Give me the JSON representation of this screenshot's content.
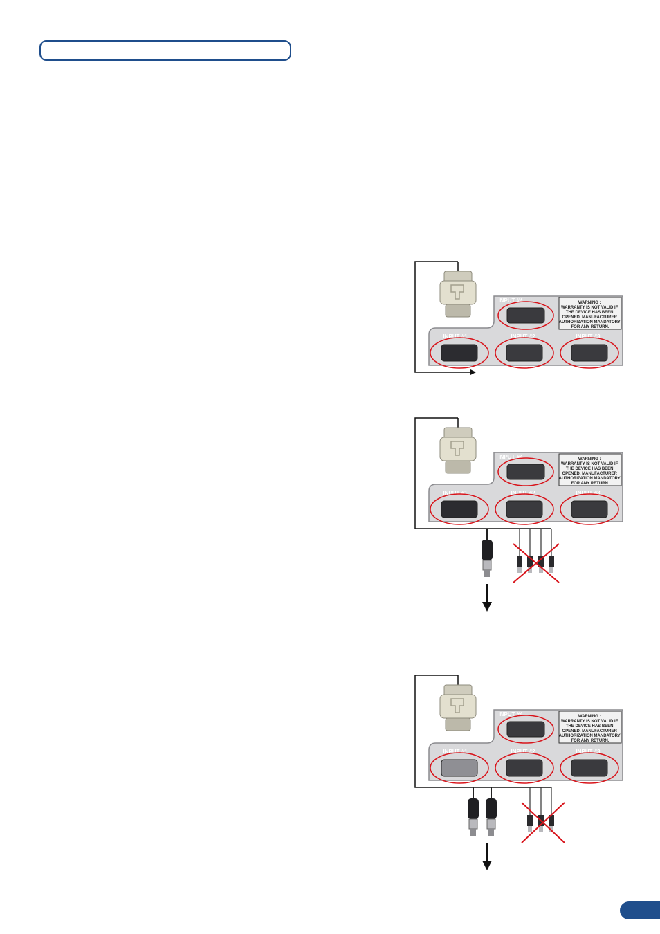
{
  "colors": {
    "accent": "#1f4e8c",
    "panel": "#d9d9db",
    "panel_dark": "#b8b8bc",
    "highlight_ring": "#d8141b",
    "adapter": "#e3e0cf"
  },
  "panel": {
    "input1_label": "INPUT #1",
    "input2_label": "INPUT #2",
    "input3_label": "INPUT #3",
    "input4_label": "INPUT #4",
    "warning_lines": [
      "WARNING :",
      "WARRANTY IS NOT VALID IF",
      "THE DEVICE HAS BEEN",
      "OPENED. MANUFACTURER",
      "AUTHORIZATION MANDATORY",
      "FOR ANY RETURN."
    ]
  },
  "icons": {
    "adapter": "dvi-to-vga-adapter-icon",
    "bnc": "bnc-connector-icon",
    "arrow": "arrow-icon"
  }
}
